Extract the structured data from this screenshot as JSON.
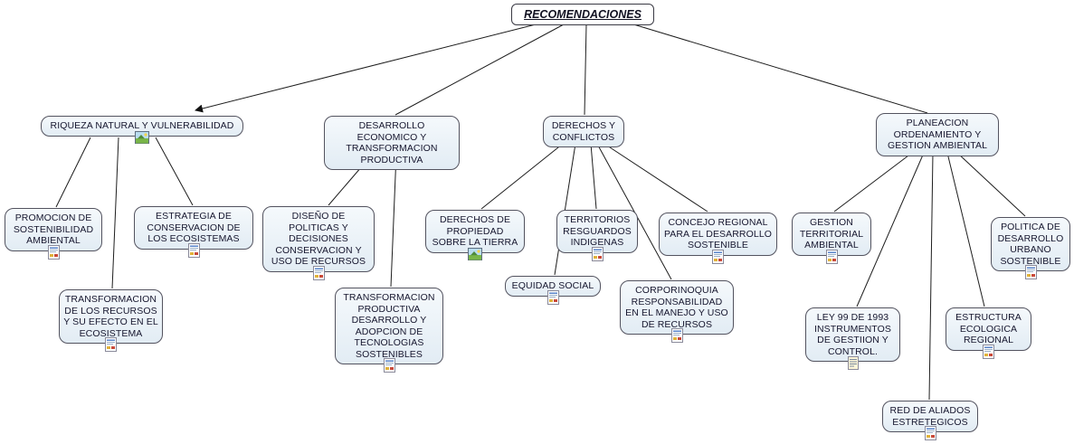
{
  "title": {
    "label": "RECOMENDACIONES"
  },
  "colors": {
    "node_fill": "#e8f0f6",
    "node_border": "#53535f",
    "edge": "#1d1d1d",
    "background": "#ffffff"
  },
  "nodes": [
    {
      "label": "RIQUEZA NATURAL Y VULNERABILIDAD",
      "icon": "image-attachment-icon"
    },
    {
      "label": "PROMOCION DE SOSTENIBILIDAD AMBIENTAL",
      "icon": "document-attachment-icon"
    },
    {
      "label": "ESTRATEGIA DE CONSERVACION DE LOS ECOSISTEMAS",
      "icon": "document-attachment-icon"
    },
    {
      "label": "TRANSFORMACION DE LOS RECURSOS Y SU EFECTO EN EL ECOSISTEMA",
      "icon": "document-attachment-icon"
    },
    {
      "label": "DESARROLLO ECONOMICO Y TRANSFORMACION PRODUCTIVA",
      "icon": ""
    },
    {
      "label": "DISEÑO DE POLITICAS Y DECISIONES CONSERVACION Y USO DE RECURSOS",
      "icon": "document-attachment-icon"
    },
    {
      "label": "TRANSFORMACION PRODUCTIVA DESARROLLO Y ADOPCION DE TECNOLOGIAS SOSTENIBLES",
      "icon": "document-attachment-icon"
    },
    {
      "label": "DERECHOS Y CONFLICTOS",
      "icon": ""
    },
    {
      "label": "DERECHOS DE PROPIEDAD SOBRE LA TIERRA",
      "icon": "image-attachment-icon"
    },
    {
      "label": "TERRITORIOS RESGUARDOS INDIGENAS",
      "icon": "document-attachment-icon"
    },
    {
      "label": "CONCEJO REGIONAL PARA EL DESARROLLO SOSTENIBLE",
      "icon": "document-attachment-icon"
    },
    {
      "label": "EQUIDAD SOCIAL",
      "icon": "document-attachment-icon"
    },
    {
      "label": "CORPORINOQUIA RESPONSABILIDAD EN EL MANEJO Y USO DE RECURSOS",
      "icon": "document-attachment-icon"
    },
    {
      "label": "PLANEACION ORDENAMIENTO Y GESTION AMBIENTAL",
      "icon": ""
    },
    {
      "label": "GESTION TERRITORIAL AMBIENTAL",
      "icon": "document-attachment-icon"
    },
    {
      "label": "POLITICA DE DESARROLLO URBANO SOSTENIBLE",
      "icon": "document-attachment-icon"
    },
    {
      "label": "LEY 99 DE 1993 INSTRUMENTOS DE GESTIION Y CONTROL.",
      "icon": "note-attachment-icon"
    },
    {
      "label": "ESTRUCTURA ECOLOGICA REGIONAL",
      "icon": "document-attachment-icon"
    },
    {
      "label": "RED DE ALIADOS ESTRETEGICOS",
      "icon": "document-attachment-icon"
    }
  ],
  "edges": [
    {
      "from": "title",
      "to": 0,
      "arrow": true
    },
    {
      "from": "title",
      "to": 4,
      "arrow": false
    },
    {
      "from": "title",
      "to": 7,
      "arrow": false
    },
    {
      "from": "title",
      "to": 13,
      "arrow": false
    },
    {
      "from": 0,
      "to": 1,
      "arrow": false
    },
    {
      "from": 0,
      "to": 2,
      "arrow": false
    },
    {
      "from": 0,
      "to": 3,
      "arrow": false
    },
    {
      "from": 4,
      "to": 5,
      "arrow": false
    },
    {
      "from": 4,
      "to": 6,
      "arrow": false
    },
    {
      "from": 7,
      "to": 8,
      "arrow": false
    },
    {
      "from": 7,
      "to": 9,
      "arrow": false
    },
    {
      "from": 7,
      "to": 10,
      "arrow": false
    },
    {
      "from": 7,
      "to": 11,
      "arrow": false
    },
    {
      "from": 7,
      "to": 12,
      "arrow": false
    },
    {
      "from": 13,
      "to": 14,
      "arrow": false
    },
    {
      "from": 13,
      "to": 15,
      "arrow": false
    },
    {
      "from": 13,
      "to": 16,
      "arrow": false
    },
    {
      "from": 13,
      "to": 17,
      "arrow": false
    },
    {
      "from": 13,
      "to": 18,
      "arrow": false
    }
  ]
}
